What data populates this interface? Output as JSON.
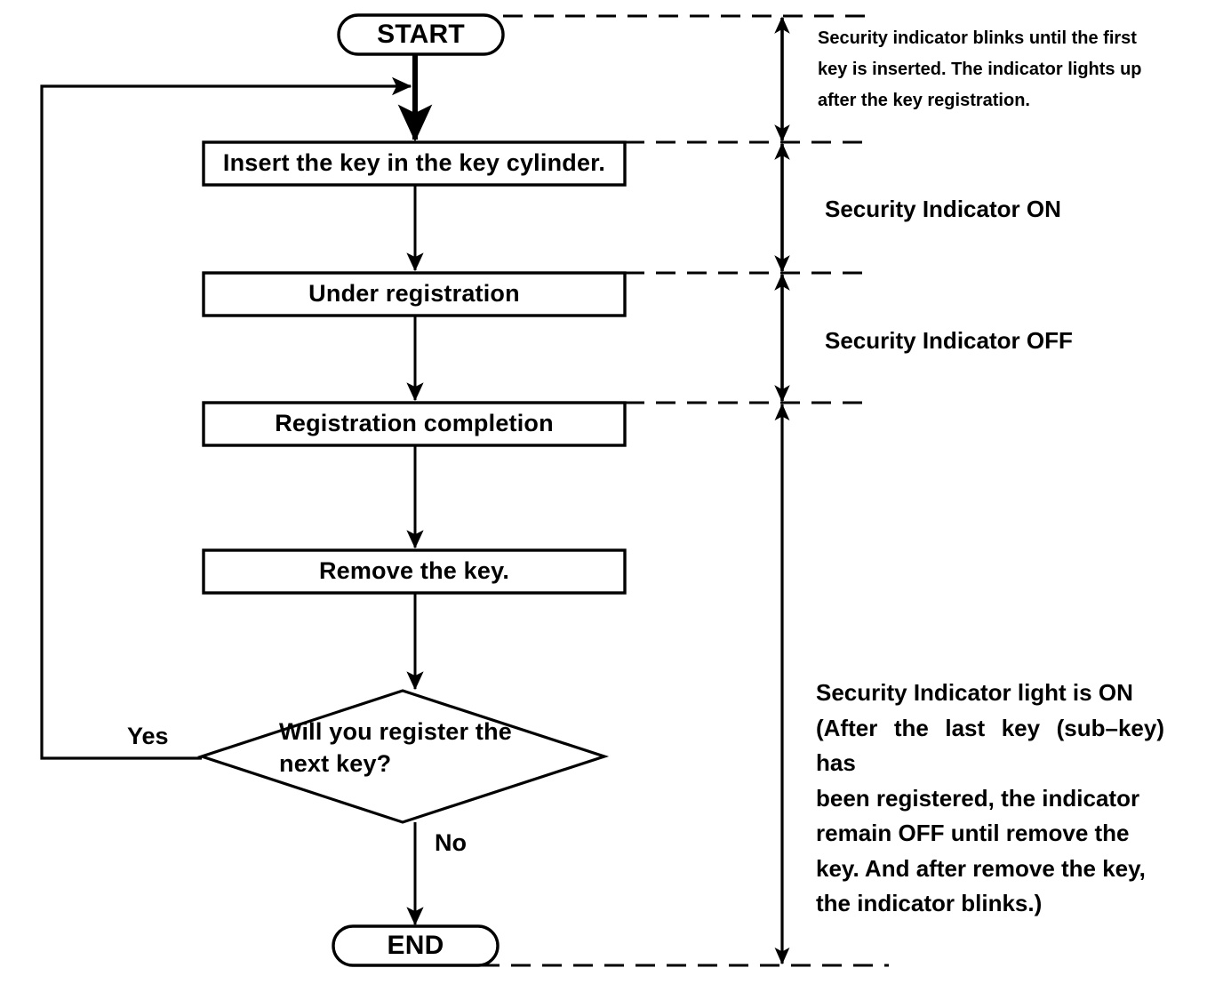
{
  "diagram": {
    "title": "Key registration procedure flowchart",
    "colors": {
      "stroke": "#000000",
      "background": "#ffffff",
      "text": "#000000"
    },
    "nodes": {
      "start": {
        "label": "START",
        "shape": "terminator"
      },
      "insert_key": {
        "label": "Insert the key in the key cylinder.",
        "shape": "process"
      },
      "under_registration": {
        "label": "Under registration",
        "shape": "process"
      },
      "registration_completion": {
        "label": "Registration completion",
        "shape": "process"
      },
      "remove_key": {
        "label": "Remove the key.",
        "shape": "process"
      },
      "decision": {
        "label_line1": "Will  you  register  the",
        "label_line2": "next key?",
        "shape": "decision"
      },
      "end": {
        "label": "END",
        "shape": "terminator"
      }
    },
    "edge_labels": {
      "yes": "Yes",
      "no": "No"
    },
    "annotations": {
      "blink_note": {
        "lines": [
          "Security indicator blinks until the first",
          "key is inserted. The indicator lights up",
          "after the key registration."
        ]
      },
      "indicator_on": "Security Indicator ON",
      "indicator_off": "Security Indicator OFF",
      "indicator_final": {
        "lines": [
          "Security Indicator light is ON",
          "(After the last key (sub–key) has",
          "been  registered,  the  indicator",
          "remain  OFF  until  remove  the",
          "key. And after remove the key,",
          "the indicator blinks.)"
        ]
      }
    }
  }
}
